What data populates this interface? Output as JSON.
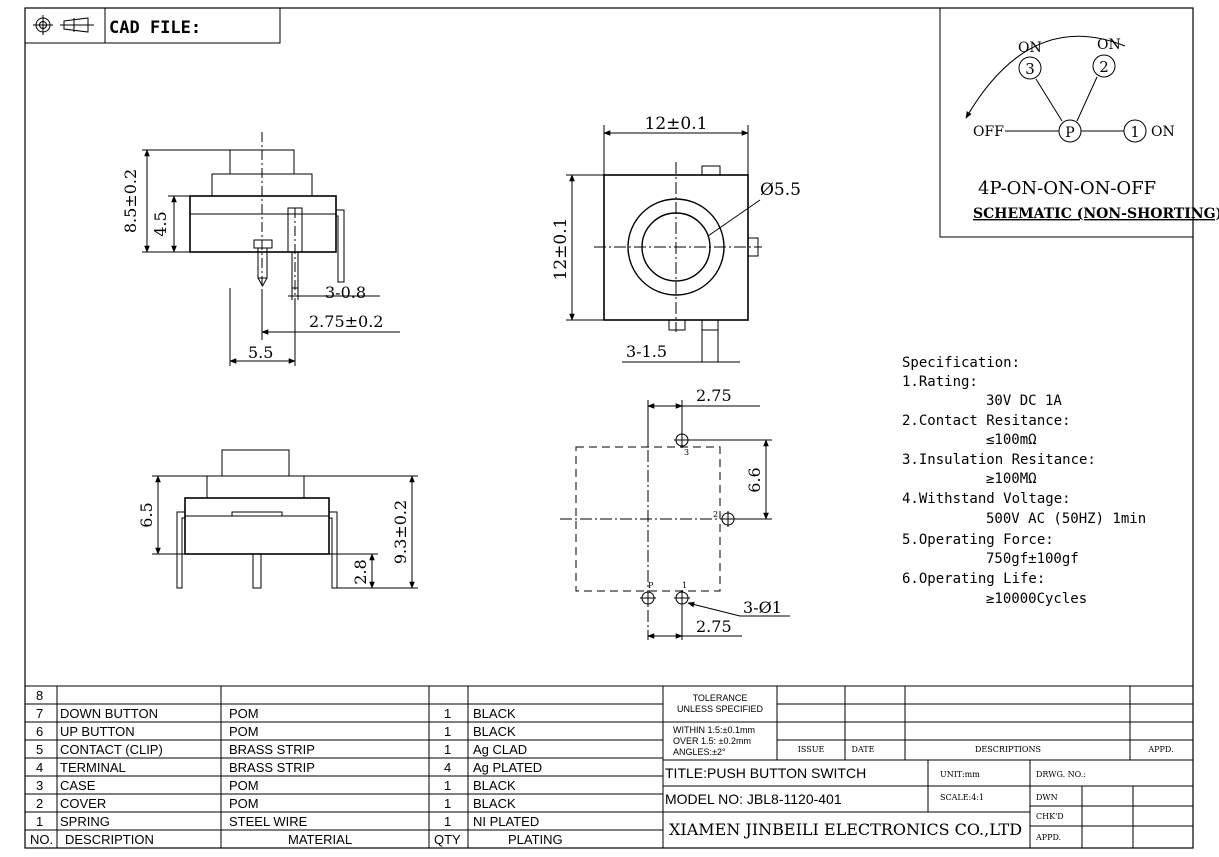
{
  "header": {
    "cad_label": "CAD FILE:",
    "symbol_icons": [
      "projection-crosshair-icon",
      "projection-cone-icon"
    ]
  },
  "schematic": {
    "states": [
      "ON",
      "ON",
      "OFF",
      "ON"
    ],
    "contacts": [
      "3",
      "2",
      "P",
      "1"
    ],
    "type": "4P-ON-ON-ON-OFF",
    "caption": "SCHEMATIC (NON-SHORTING)"
  },
  "dimensions": {
    "side_total_height": "8.5±0.2",
    "side_body_height": "4.5",
    "side_pin_width": "3-0.8",
    "side_pin_spacing": "2.75±0.2",
    "side_base_width": "5.5",
    "top_width": "12±0.1",
    "top_height": "12±0.1",
    "button_diameter": "Ø5.5",
    "top_pins": "3-1.5",
    "front_height": "6.5",
    "front_pin_length": "2.8",
    "front_total_height": "9.3±0.2",
    "pcb_pitch_top": "2.75",
    "pcb_spacing": "6.6",
    "pcb_holes": "3-Ø1",
    "pcb_pitch_bottom": "2.75",
    "hole_labels": [
      "3",
      "2",
      "P",
      "1"
    ]
  },
  "specification": {
    "title": "Specification:",
    "items": [
      {
        "label": "1.Rating:",
        "value": "30V DC 1A"
      },
      {
        "label": "2.Contact Resitance:",
        "value": "≤100mΩ"
      },
      {
        "label": "3.Insulation Resitance:",
        "value": "≥100MΩ"
      },
      {
        "label": "4.Withstand Voltage:",
        "value": "500V AC (50HZ) 1min"
      },
      {
        "label": "5.Operating Force:",
        "value": "750gf±100gf"
      },
      {
        "label": "6.Operating Life:",
        "value": "≥10000Cycles"
      }
    ]
  },
  "bom": {
    "headers": [
      "NO.",
      "DESCRIPTION",
      "MATERIAL",
      "QTY",
      "PLATING"
    ],
    "rows": [
      {
        "no": "8",
        "description": "",
        "material": "",
        "qty": "",
        "plating": ""
      },
      {
        "no": "7",
        "description": "DOWN BUTTON",
        "material": "POM",
        "qty": "1",
        "plating": "BLACK"
      },
      {
        "no": "6",
        "description": "UP BUTTON",
        "material": "POM",
        "qty": "1",
        "plating": "BLACK"
      },
      {
        "no": "5",
        "description": "CONTACT (CLIP)",
        "material": "BRASS STRIP",
        "qty": "1",
        "plating": "Ag CLAD"
      },
      {
        "no": "4",
        "description": "TERMINAL",
        "material": "BRASS STRIP",
        "qty": "4",
        "plating": "Ag PLATED"
      },
      {
        "no": "3",
        "description": "CASE",
        "material": "POM",
        "qty": "1",
        "plating": "BLACK"
      },
      {
        "no": "2",
        "description": "COVER",
        "material": "POM",
        "qty": "1",
        "plating": "BLACK"
      },
      {
        "no": "1",
        "description": "SPRING",
        "material": "STEEL WIRE",
        "qty": "1",
        "plating": "NI PLATED"
      }
    ]
  },
  "title_block": {
    "tolerance_title": "TOLERANCE",
    "tolerance_sub": "UNLESS SPECIFIED",
    "tolerance_lines": [
      "WITHIN 1.5:±0.1mm",
      "OVER 1.5: ±0.2mm",
      "ANGLES:±2°"
    ],
    "issue": "ISSUE",
    "date": "DATE",
    "descriptions": "DESCRIPTIONS",
    "appd": "APPD.",
    "title": "TITLE:PUSH BUTTON SWITCH",
    "model": "MODEL NO: JBL8-1120-401",
    "company": "XIAMEN JINBEILI ELECTRONICS CO.,LTD",
    "unit": "UNIT:mm",
    "scale": "SCALE:4:1",
    "drwg_no": "DRWG. NO.:",
    "dwn": "DWN",
    "chkd": "CHK'D",
    "appd2": "APPD."
  }
}
